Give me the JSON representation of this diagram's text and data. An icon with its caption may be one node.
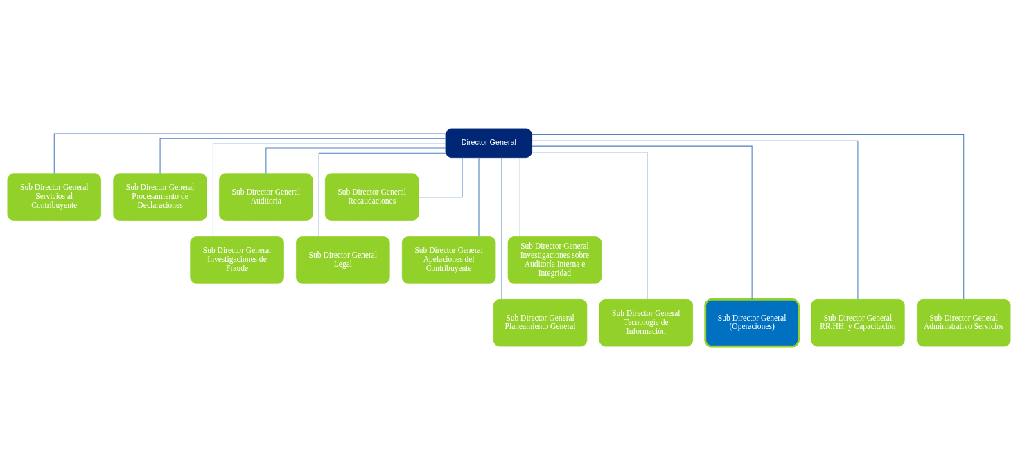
{
  "diagram": {
    "nodes": [
      {
        "text": [
          "Director General"
        ]
      },
      {
        "text": [
          "Sub Director General Servicios al Contribuyente"
        ]
      },
      {
        "text": [
          "Sub Director General Procesamiento de Declaraciones"
        ]
      },
      {
        "text": [
          "Sub Director General Auditoria"
        ]
      },
      {
        "text": [
          "Sub Director General Recaudaciones"
        ]
      },
      {
        "text": [
          "Sub Director General Investigaciones de Fraude"
        ]
      },
      {
        "text": [
          "Sub Director General Legal"
        ]
      },
      {
        "text": [
          "Sub Director General Apelaciones del Contribuyente"
        ]
      },
      {
        "text": [
          "Sub Director General Investigaciones sobre Auditoría Interna e Integridad"
        ]
      },
      {
        "text": [
          "Sub Director General Planeamiento General"
        ]
      },
      {
        "text": [
          "Sub Director General Tecnología de Información"
        ]
      },
      {
        "text": [
          "Sub Director General (Operaciones)"
        ]
      },
      {
        "text": [
          "Sub Director General RR.HH. y Capacitación"
        ]
      },
      {
        "text": [
          "Sub Director General Administrativo Servicios"
        ]
      }
    ],
    "edges": [
      {
        "from": 0,
        "to": 1,
        "arrow": "none"
      },
      {
        "from": 0,
        "to": 2,
        "arrow": "none"
      },
      {
        "from": 0,
        "to": 3,
        "arrow": "none"
      },
      {
        "from": 0,
        "to": 4,
        "arrow": "none"
      },
      {
        "from": 0,
        "to": 5,
        "arrow": "none"
      },
      {
        "from": 0,
        "to": 6,
        "arrow": "none"
      },
      {
        "from": 0,
        "to": 7,
        "arrow": "none"
      },
      {
        "from": 0,
        "to": 8,
        "arrow": "none"
      },
      {
        "from": 0,
        "to": 9,
        "arrow": "none"
      },
      {
        "from": 0,
        "to": 10,
        "arrow": "none"
      },
      {
        "from": 0,
        "to": 11,
        "arrow": "none"
      },
      {
        "from": 0,
        "to": 12,
        "arrow": "none"
      },
      {
        "from": 0,
        "to": 13,
        "arrow": "none"
      }
    ]
  }
}
